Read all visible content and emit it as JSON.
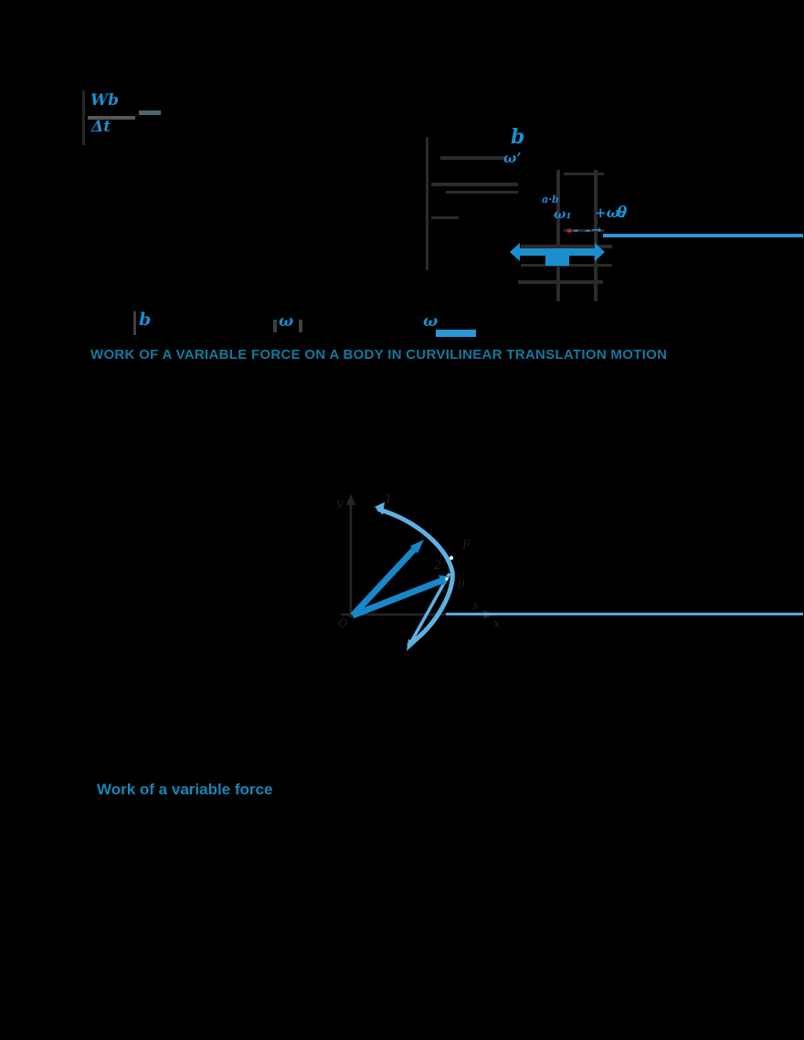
{
  "colors": {
    "background": "#000000",
    "heading_teal": "#14789f",
    "subheading_blue": "#1687b8",
    "bright_blue": "#1b8fce",
    "medium_blue": "#2a97d4",
    "light_blue": "#5fb0e3",
    "red_mark": "#d03a2b",
    "ink": "#2b2b2b"
  },
  "top_fraction": {
    "numerator": "Wb",
    "denominator": "Δt"
  },
  "equations": {
    "frag_b": "b",
    "frag_omega_row": "ω’",
    "frag_ab": "a·b",
    "frag_omega1": "ω₁",
    "frag_omega2": "+ω₂",
    "frag_theta": "θ",
    "asterisk": "*",
    "dash_arrow": "– –→"
  },
  "margin_labels": {
    "first": "b",
    "second": "ω",
    "third": "ω"
  },
  "section_heading": "WORK OF A VARIABLE FORCE ON A BODY IN CURVILINEAR TRANSLATION MOTION",
  "figure_labels": {
    "y": "y",
    "x": "x",
    "origin": "O",
    "point1": "1",
    "point2": "2",
    "force": "F",
    "angle": "θ",
    "arc": "s"
  },
  "subheading": "Work of a variable force"
}
